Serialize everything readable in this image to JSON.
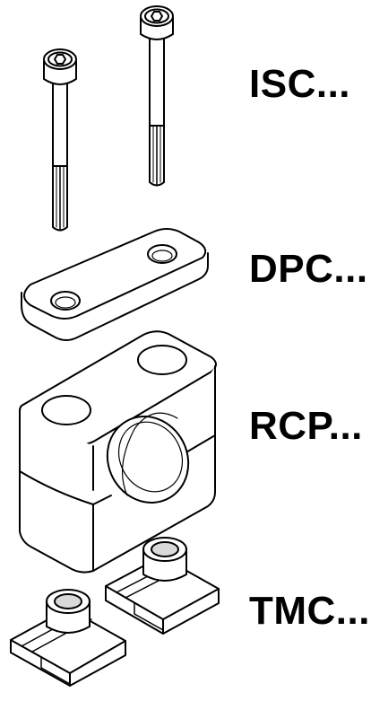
{
  "labels": {
    "isc": "ISC...",
    "dpc": "DPC...",
    "rcp": "RCP...",
    "tmc": "TMC..."
  },
  "colors": {
    "line": "#000000",
    "fill": "#ffffff",
    "hole_shade": "#d9d9d9"
  }
}
